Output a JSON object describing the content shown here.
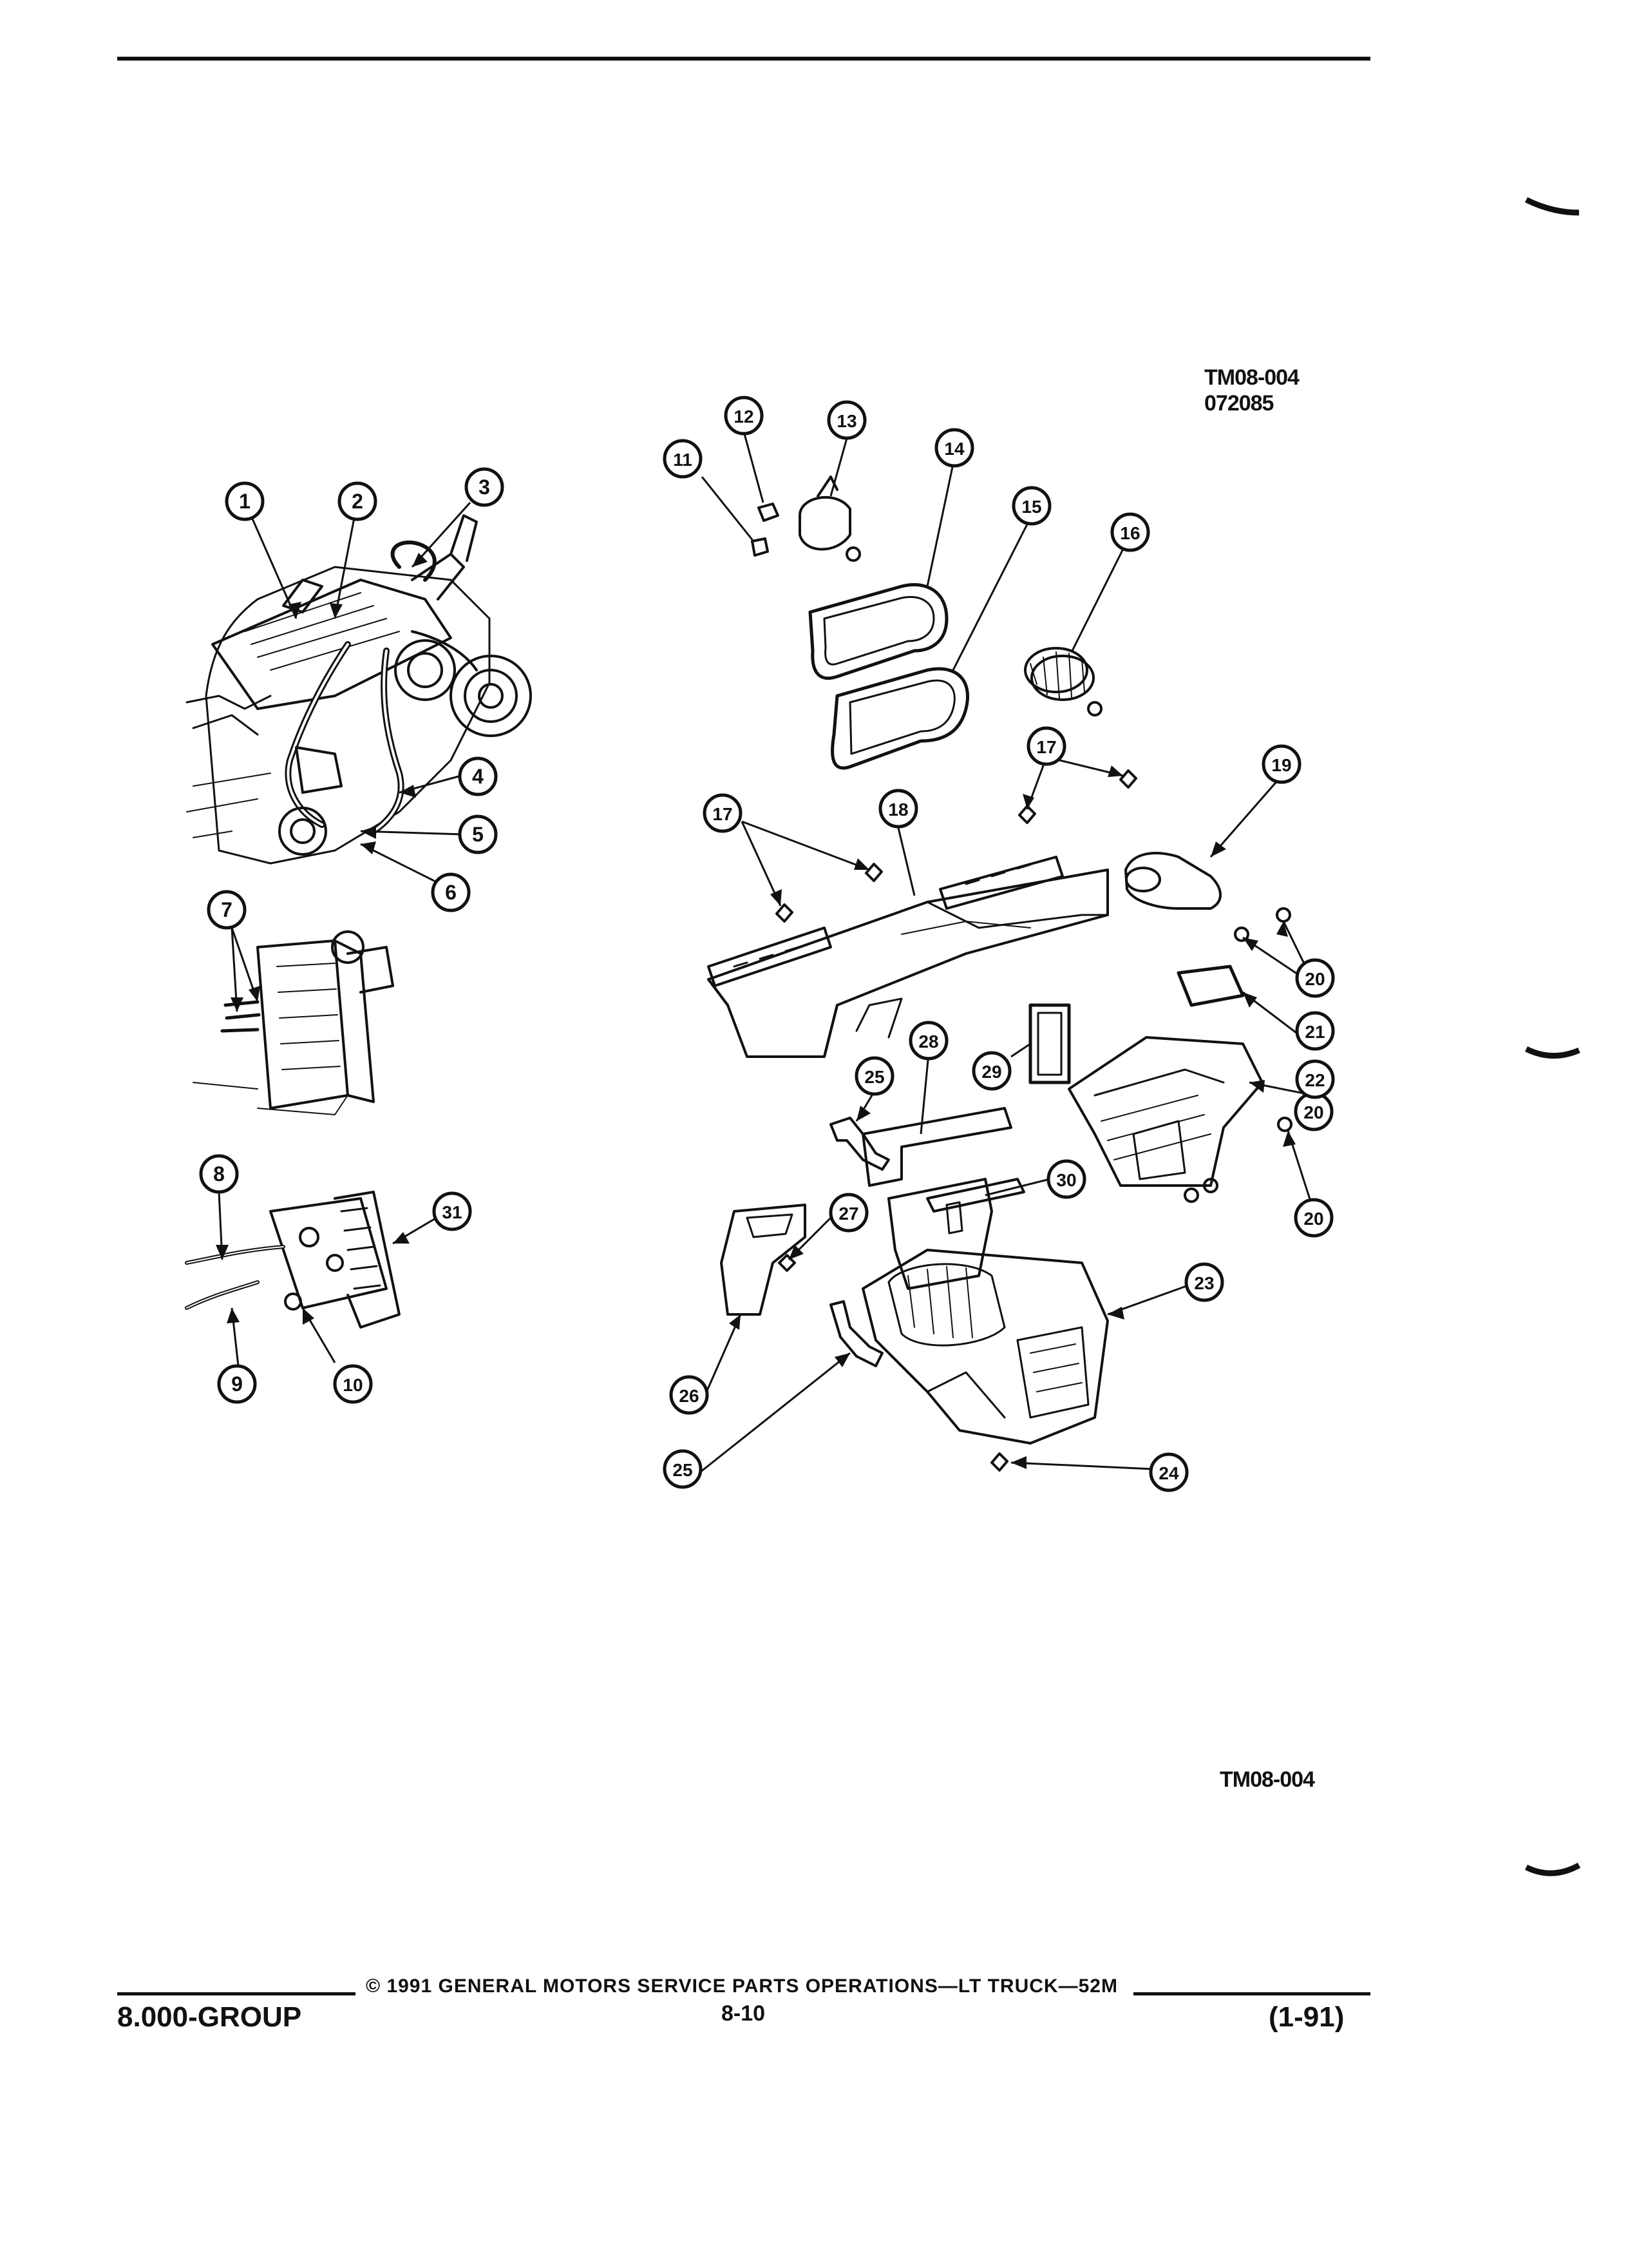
{
  "header": {
    "figure_id": "TM08-004",
    "figure_date": "072085"
  },
  "diagram": {
    "callouts": [
      "1",
      "2",
      "3",
      "4",
      "5",
      "6",
      "7",
      "8",
      "9",
      "10",
      "11",
      "12",
      "13",
      "14",
      "15",
      "16",
      "17",
      "17",
      "18",
      "19",
      "20",
      "20",
      "20",
      "21",
      "22",
      "23",
      "24",
      "25",
      "25",
      "26",
      "27",
      "28",
      "29",
      "30",
      "31"
    ]
  },
  "footer": {
    "figure_id": "TM08-004",
    "copyright": "© 1991 GENERAL MOTORS SERVICE PARTS OPERATIONS—LT TRUCK—52M",
    "group": "8.000-GROUP",
    "page_number": "8-10",
    "revision": "(1-91)"
  }
}
